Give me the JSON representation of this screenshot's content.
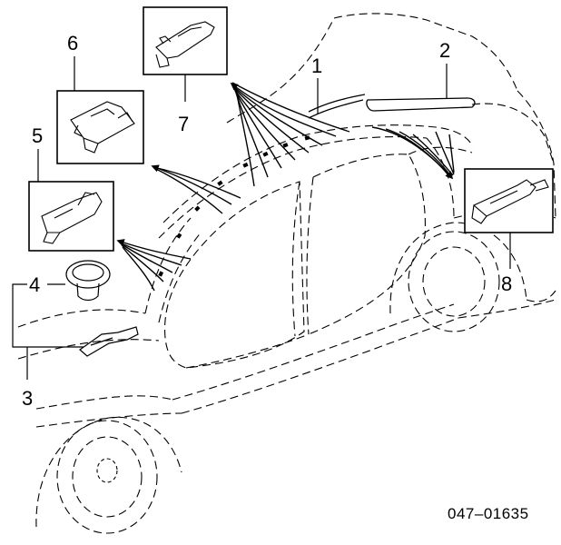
{
  "diagram": {
    "callouts": {
      "c1": "1",
      "c2": "2",
      "c3": "3",
      "c4": "4",
      "c5": "5",
      "c6": "6",
      "c7": "7",
      "c8": "8"
    },
    "reference_code": "047–01635"
  }
}
